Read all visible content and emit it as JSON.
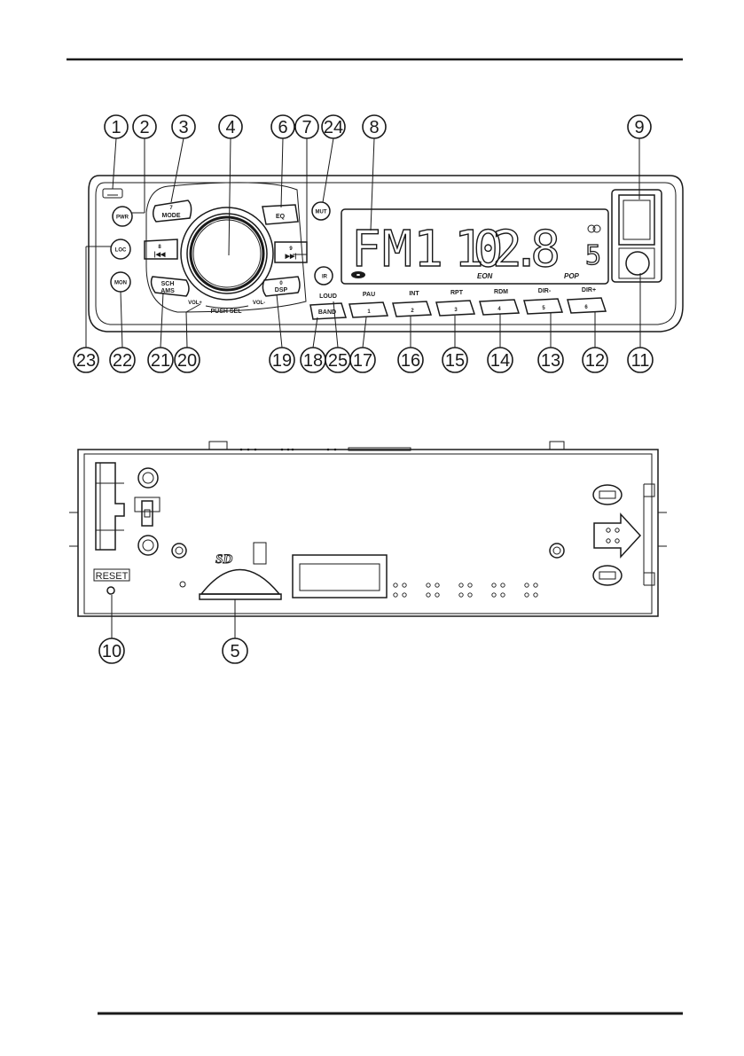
{
  "front_panel": {
    "buttons": {
      "pwr": "PWR",
      "mode_num": "7",
      "mode": "MODE",
      "eq": "EQ",
      "mut": "MUT",
      "prev_num": "8",
      "next_num": "9",
      "loc": "LOC",
      "mon": "MON",
      "sch": "SCH",
      "ams": "AMS",
      "dsp_num": "0",
      "dsp": "DSP",
      "ir": "IR",
      "band": "BAND",
      "loud": "LOUD",
      "vol_plus": "VOL+",
      "vol_minus": "VOL-",
      "push_sel": "PUSH SEL"
    },
    "display": {
      "band": "FM1",
      "frequency": "102.8",
      "preset": "5",
      "eon": "EON",
      "pop": "POP"
    },
    "presets": [
      {
        "num": "1",
        "label": "PAU"
      },
      {
        "num": "2",
        "label": "INT"
      },
      {
        "num": "3",
        "label": "RPT"
      },
      {
        "num": "4",
        "label": "RDM"
      },
      {
        "num": "5",
        "label": "DIR-"
      },
      {
        "num": "6",
        "label": "DIR+"
      }
    ]
  },
  "back_panel": {
    "reset_label": "RESET",
    "sd_label": "SD"
  },
  "callouts": {
    "c1": "1",
    "c2": "2",
    "c3": "3",
    "c4": "4",
    "c5": "5",
    "c6": "6",
    "c7": "7",
    "c8": "8",
    "c9": "9",
    "c10": "10",
    "c11": "11",
    "c12": "12",
    "c13": "13",
    "c14": "14",
    "c15": "15",
    "c16": "16",
    "c17": "17",
    "c18": "18",
    "c19": "19",
    "c20": "20",
    "c21": "21",
    "c22": "22",
    "c23": "23",
    "c24": "24",
    "c25": "25"
  }
}
